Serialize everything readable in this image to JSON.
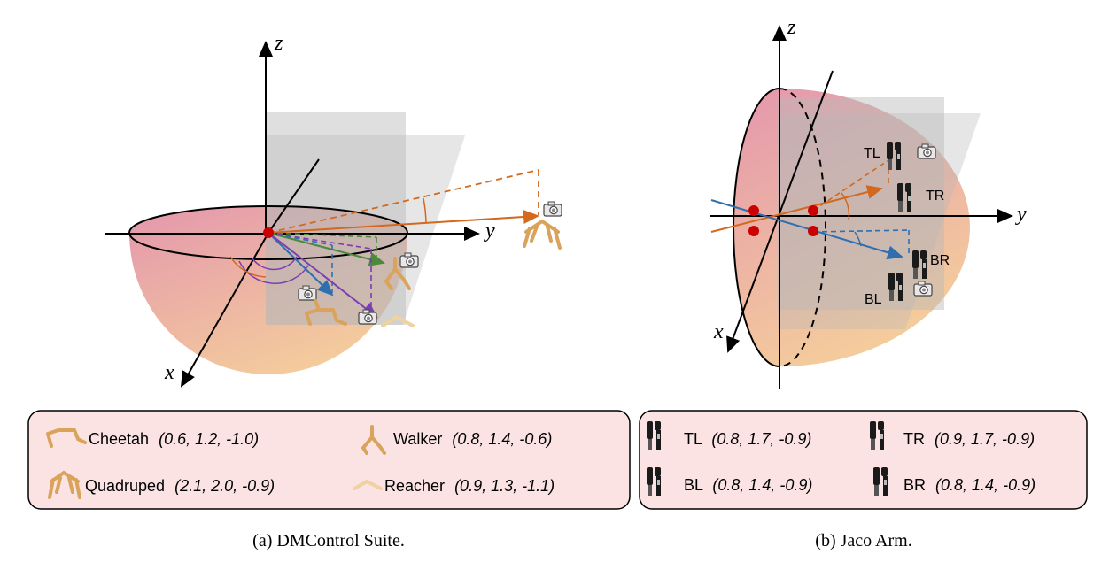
{
  "panel_a": {
    "axes": {
      "x": "x",
      "y": "y",
      "z": "z"
    },
    "legend": [
      {
        "name": "Cheetah",
        "coords": "(0.6, 1.2, -1.0)",
        "icon": "cheetah-icon"
      },
      {
        "name": "Walker",
        "coords": "(0.8, 1.4, -0.6)",
        "icon": "walker-icon"
      },
      {
        "name": "Quadruped",
        "coords": "(2.1, 2.0, -0.9)",
        "icon": "quadruped-icon"
      },
      {
        "name": "Reacher",
        "coords": "(0.9, 1.3, -1.1)",
        "icon": "reacher-icon"
      }
    ],
    "caption": "(a) DMControl Suite."
  },
  "panel_b": {
    "axes": {
      "x": "x",
      "y": "y",
      "z": "z"
    },
    "camera_labels": {
      "tl": "TL",
      "tr": "TR",
      "bl": "BL",
      "br": "BR"
    },
    "legend": [
      {
        "name": "TL",
        "coords": "(0.8, 1.7, -0.9)",
        "icon": "jaco-arm-icon"
      },
      {
        "name": "TR",
        "coords": "(0.9, 1.7, -0.9)",
        "icon": "jaco-arm-icon"
      },
      {
        "name": "BL",
        "coords": "(0.8, 1.4, -0.9)",
        "icon": "jaco-arm-icon"
      },
      {
        "name": "BR",
        "coords": "(0.8, 1.4, -0.9)",
        "icon": "jaco-arm-icon"
      }
    ],
    "caption": "(b) Jaco Arm."
  },
  "colors": {
    "sphere_top": "#e6a0b0",
    "sphere_bottom": "#f2c49a",
    "plane": "#bdbdbd",
    "origin_dot": "#cc0000",
    "quadruped_arrow": "#d2691e",
    "walker_arrow": "#4a8a3a",
    "cheetah_arrow": "#2f6fb0",
    "reacher_arrow": "#7a3fb0",
    "legend_fill": "#fbe3e3",
    "robot": "#d9a35b",
    "jaco": "#1a1a1a"
  }
}
